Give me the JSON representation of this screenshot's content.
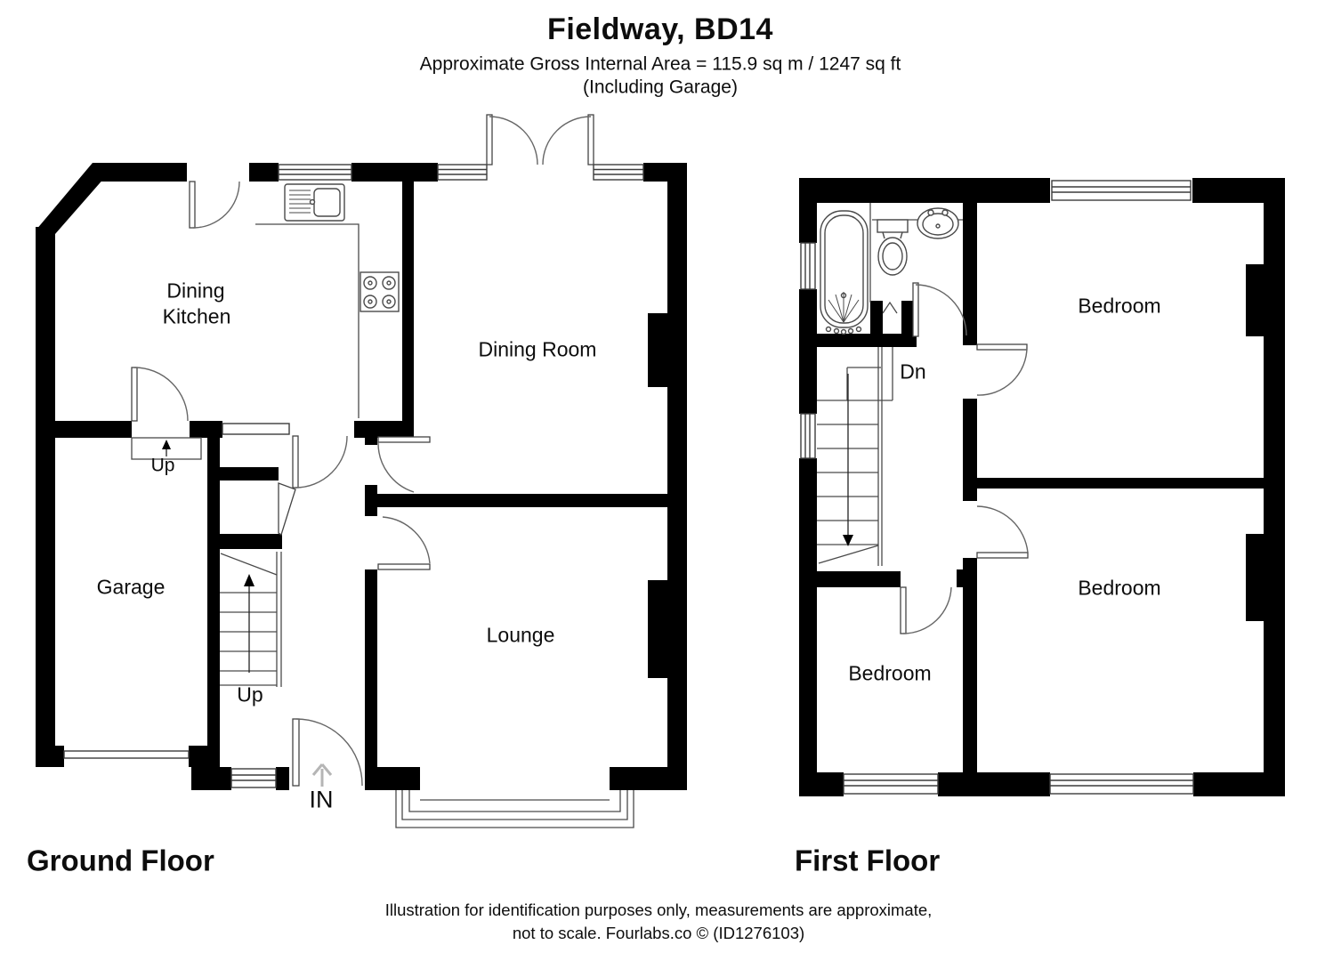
{
  "header": {
    "title": "Fieldway, BD14",
    "area_line": "Approximate Gross Internal Area = 115.9 sq m / 1247 sq ft",
    "including_line": "(Including Garage)"
  },
  "ground_floor": {
    "floor_label": "Ground Floor",
    "rooms": {
      "dining_kitchen_line1": "Dining",
      "dining_kitchen_line2": "Kitchen",
      "dining_room": "Dining Room",
      "garage": "Garage",
      "lounge": "Lounge"
    },
    "annotations": {
      "up_step": "Up",
      "up_stairs": "Up",
      "entrance": "IN"
    }
  },
  "first_floor": {
    "floor_label": "First Floor",
    "rooms": {
      "bedroom_front": "Bedroom",
      "bedroom_rear": "Bedroom",
      "bedroom_small": "Bedroom"
    },
    "annotations": {
      "down_stairs": "Dn"
    }
  },
  "footer": {
    "line1": "Illustration for identification purposes only, measurements are approximate,",
    "line2": "not to scale. Fourlabs.co © (ID1276103)"
  },
  "colors": {
    "wall": "#000000",
    "background": "#ffffff",
    "thin_line": "#444444",
    "arrow_muted": "#b5b5b5"
  }
}
